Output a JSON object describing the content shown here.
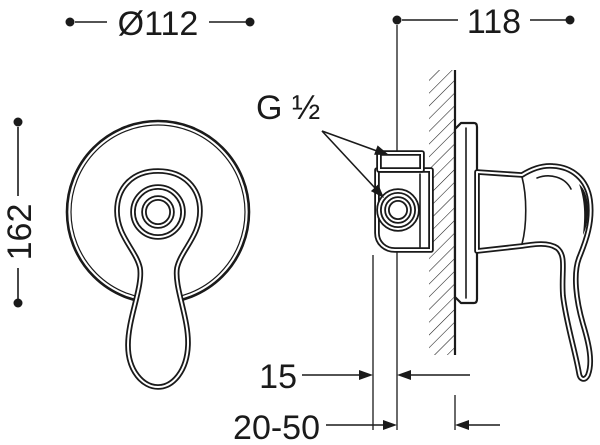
{
  "labels": {
    "diameter": "Ø112",
    "projection": "118",
    "height": "162",
    "thread": "G ½",
    "offset": "15",
    "wall_range": "20-50"
  }
}
